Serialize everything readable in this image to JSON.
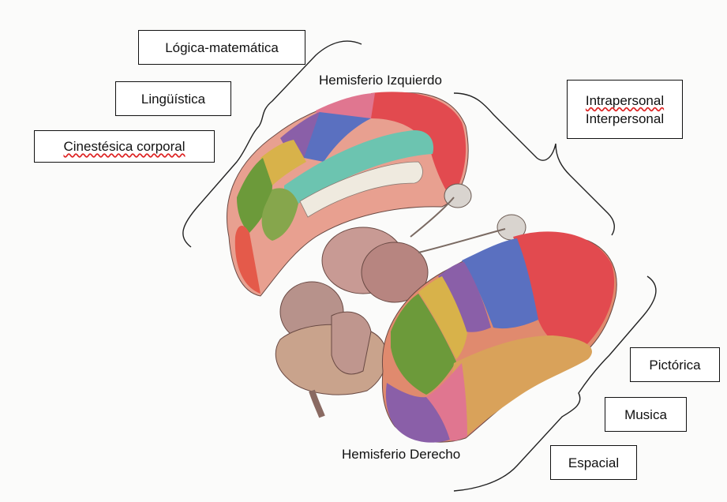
{
  "labels": {
    "logica": "Lógica-matemática",
    "linguistica": "Lingüística",
    "cinestesica": "Cinestésica corporal",
    "intrapersonal": "Intrapersonal",
    "interpersonal": "Interpersonal",
    "pictorica": "Pictórica",
    "musica": "Musica",
    "espacial": "Espacial",
    "hemisferio_izquierdo": "Hemisferio Izquierdo",
    "hemisferio_derecho": "Hemisferio Derecho"
  },
  "colors": {
    "outline": "#111111",
    "spellcheck_underline": "#dd2222",
    "lobe_red": "#e24a4f",
    "lobe_purple": "#8a5fa8",
    "lobe_blue": "#5a70c0",
    "lobe_green": "#6c9a3a",
    "lobe_yellow": "#d8b24a",
    "lobe_teal": "#6cc4b0",
    "lobe_orange": "#d9a25a",
    "brainstem": "#b8938c"
  }
}
